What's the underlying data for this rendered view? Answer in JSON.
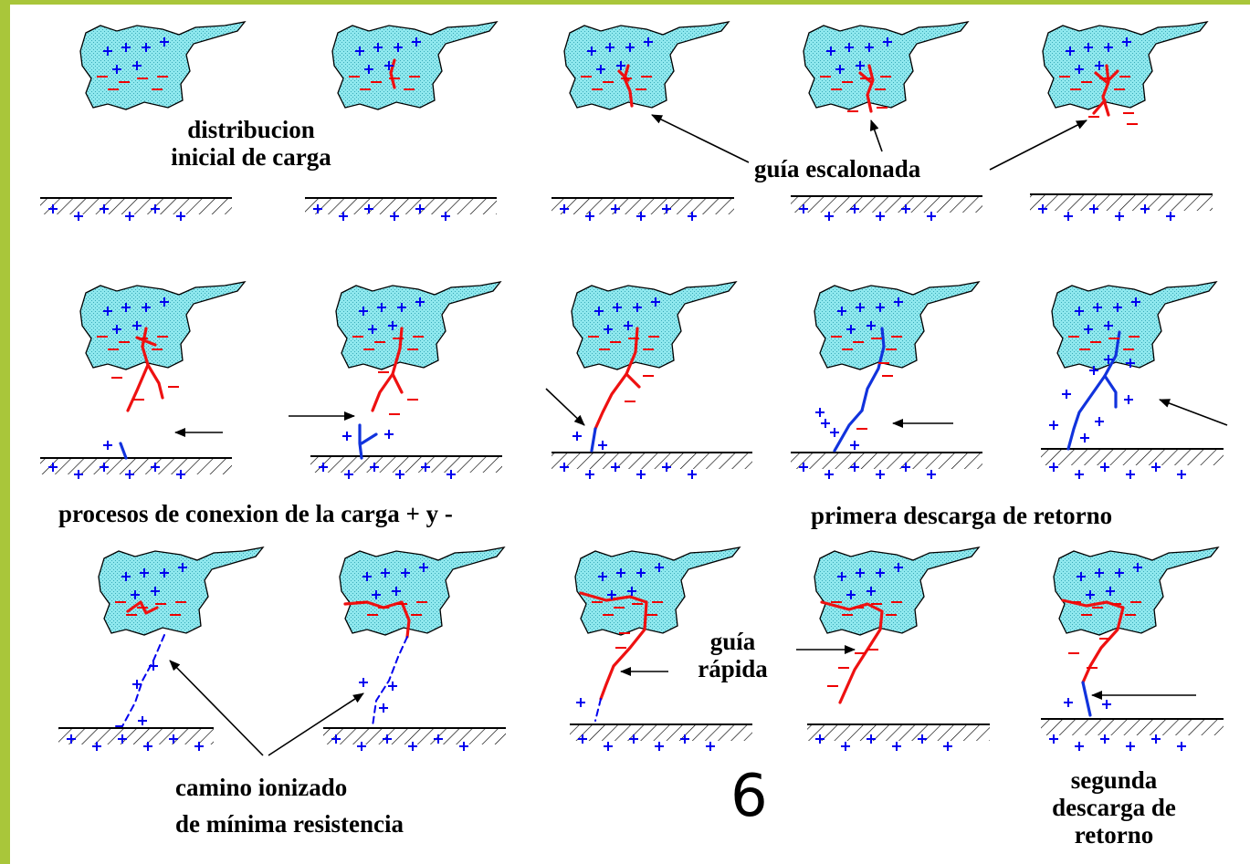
{
  "labels": {
    "initial_distribution_line1": "distribucion",
    "initial_distribution_line2": "inicial de carga",
    "stepped_leader": "guía escalonada",
    "connection_processes": "procesos de conexion de la carga + y -",
    "first_return_stroke": "primera descarga de retorno",
    "dart_leader_line1": "guía",
    "dart_leader_line2": "rápida",
    "ionized_path_line1": "camino ionizado",
    "ionized_path_line2": "de mínima resistencia",
    "second_return_stroke_line1": "segunda",
    "second_return_stroke_line2": "descarga de",
    "second_return_stroke_line3": "retorno"
  },
  "page_number": "6",
  "colors": {
    "frame_accent": "#a9c63a",
    "cloud_fill": "#8fe8ee",
    "positive_charge": "#0000ee",
    "negative_charge": "#ee0000",
    "leader_red": "#ee1111",
    "leader_blue": "#1133dd",
    "ground_line": "#000000"
  },
  "icons": {
    "cloud": "cloud-icon",
    "ground": "ground-hatch-icon",
    "arrow": "arrow-icon"
  }
}
